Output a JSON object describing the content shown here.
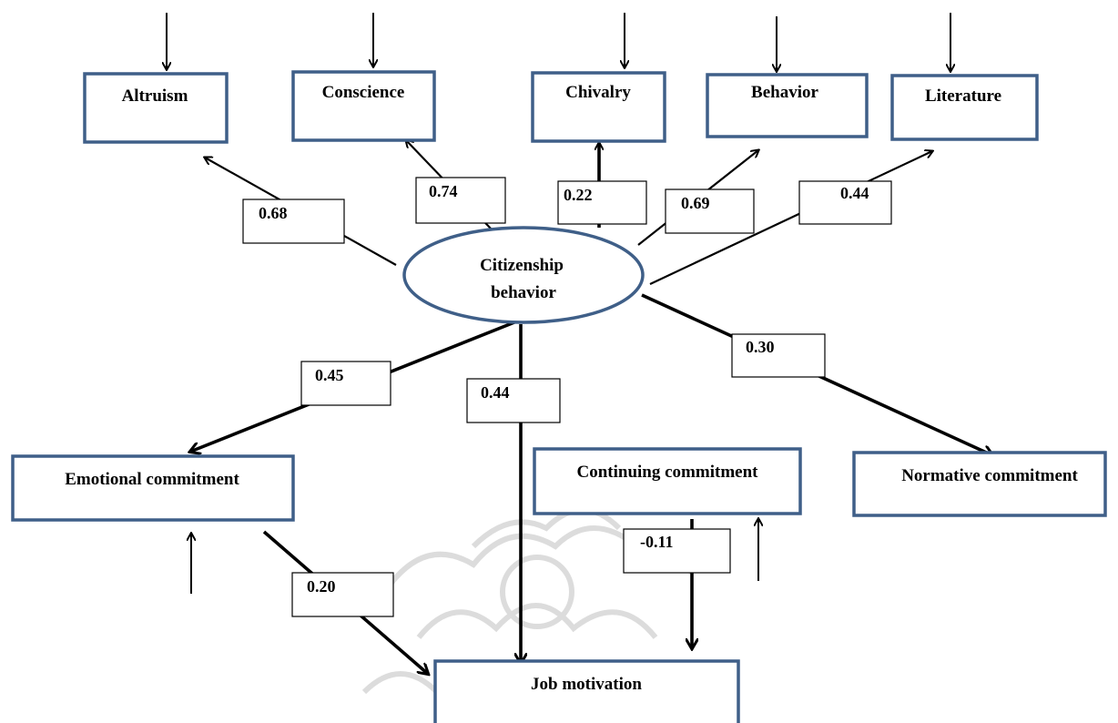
{
  "diagram": {
    "center": {
      "line1": "Citizenship",
      "line2": "behavior"
    },
    "top_nodes": {
      "altruism": "Altruism",
      "conscience": "Conscience",
      "chivalry": "Chivalry",
      "behavior": "Behavior",
      "literature": "Literature"
    },
    "bottom_nodes": {
      "emotional": "Emotional commitment",
      "continuing": "Continuing commitment",
      "normative": "Normative commitment",
      "job": "Job motivation"
    },
    "coefficients": {
      "altruism": "0.68",
      "conscience": "0.74",
      "chivalry": "0.22",
      "behavior": "0.69",
      "literature": "0.44",
      "emotional": "0.45",
      "job": "0.44",
      "normative": "0.30",
      "emotional_to_job": "0.20",
      "continuing_to_job": "-0.11"
    },
    "colors": {
      "node_border": "#3f5f88",
      "watermark": "#d9d9d9"
    }
  }
}
